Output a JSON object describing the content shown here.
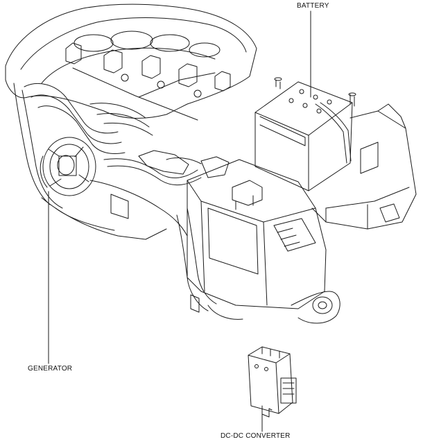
{
  "labels": {
    "battery": "BATTERY",
    "generator": "GENERATOR",
    "dc_dc_converter": "DC-DC CONVERTER"
  }
}
